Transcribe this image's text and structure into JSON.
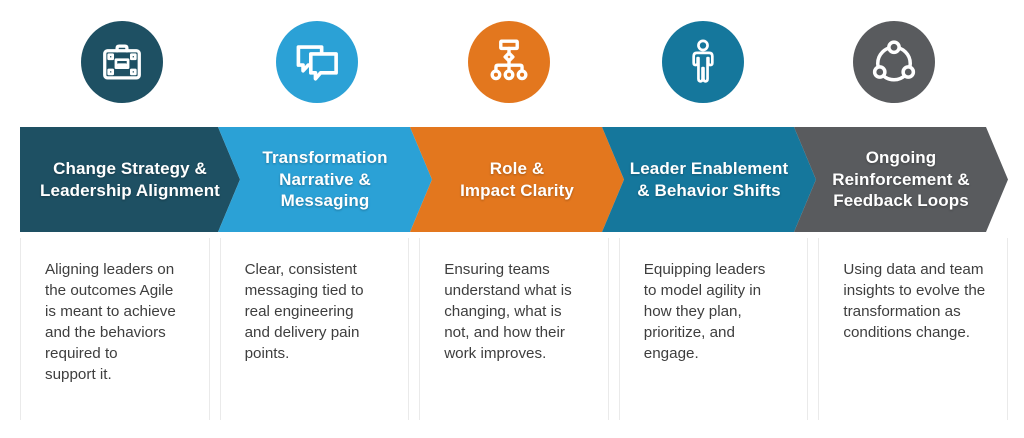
{
  "diagram": {
    "background_color": "#ffffff",
    "header_text_color": "#ffffff",
    "description_text_color": "#3e3e3e"
  },
  "steps": [
    {
      "icon": "briefcase-icon",
      "color": "#1e5063",
      "title": "Change Strategy &\nLeadership Alignment",
      "description": "Aligning leaders on\nthe outcomes Agile\nis meant to achieve\nand the behaviors\nrequired to\nsupport it."
    },
    {
      "icon": "chat-bubbles-icon",
      "color": "#2ba1d6",
      "title": "Transformation\nNarrative &\nMessaging",
      "description": "Clear, consistent\nmessaging tied to\nreal engineering\nand delivery pain\npoints."
    },
    {
      "icon": "org-chart-icon",
      "color": "#e3771e",
      "title": "Role &\nImpact Clarity",
      "description": "Ensuring teams\nunderstand what is\nchanging, what is\nnot, and how their\nwork improves."
    },
    {
      "icon": "person-icon",
      "color": "#15779c",
      "title": "Leader Enablement\n& Behavior Shifts",
      "description": "Equipping leaders\nto model agility in\nhow they plan,\nprioritize, and\nengage."
    },
    {
      "icon": "share-cycle-icon",
      "color": "#595b5e",
      "title": "Ongoing\nReinforcement &\nFeedback Loops",
      "description": "Using data and team\ninsights to evolve the\ntransformation as\nconditions change."
    }
  ]
}
